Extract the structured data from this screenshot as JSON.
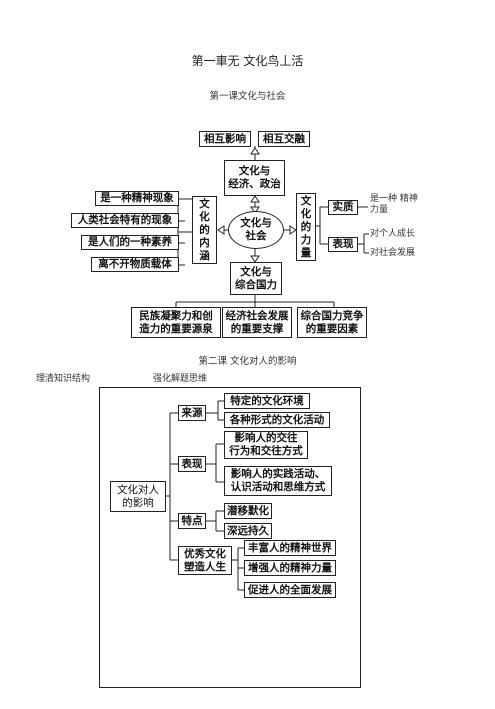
{
  "page_title": "第一車无  文化鸟丄活",
  "lesson1": {
    "title": "第一课文化与社会",
    "top_boxes": [
      "相互影响",
      "相互交融"
    ],
    "politics": "文化与\n经济、政治",
    "center": "文化与\n社会",
    "national": "文化与\n综合国力",
    "content_label": "文\n化\n的\n内\n涵",
    "content_items": [
      "是一种精神现象",
      "人类社会特有的现象",
      "是人们的一种素养",
      "离不开物质载体"
    ],
    "power_label": "文\n化\n的\n力\n量",
    "essence": "实质",
    "essence_text": "是一种  精神\n力量",
    "manifest": "表现",
    "manifest_items": [
      "对个人成长",
      "对社会发展"
    ],
    "bottom_boxes": [
      "民族凝聚力和创\n造力的重要源泉",
      "经济社会发展\n的重要支撑",
      "综合国力竞争\n的重要因素"
    ]
  },
  "lesson2": {
    "title": "第二课  文化对人的影响",
    "left_note": "理清知识结构",
    "right_note": "强化解题思维",
    "root": "文化对人\n的影响",
    "branches": [
      {
        "label": "来源",
        "items": [
          "特定的文化环境",
          "各种形式的文化活动"
        ]
      },
      {
        "label": "表现",
        "items": [
          "影响人的交往\n行为和交往方式",
          "影响人的实践活动、\n认识活动和思维方式"
        ]
      },
      {
        "label": "特点",
        "items": [
          "潜移默化",
          "深远持久"
        ]
      },
      {
        "label": "优秀文化\n塑造人生",
        "items": [
          "丰富人的精神世界",
          "增强人的精神力量",
          "促进人的全面发展"
        ]
      }
    ]
  }
}
